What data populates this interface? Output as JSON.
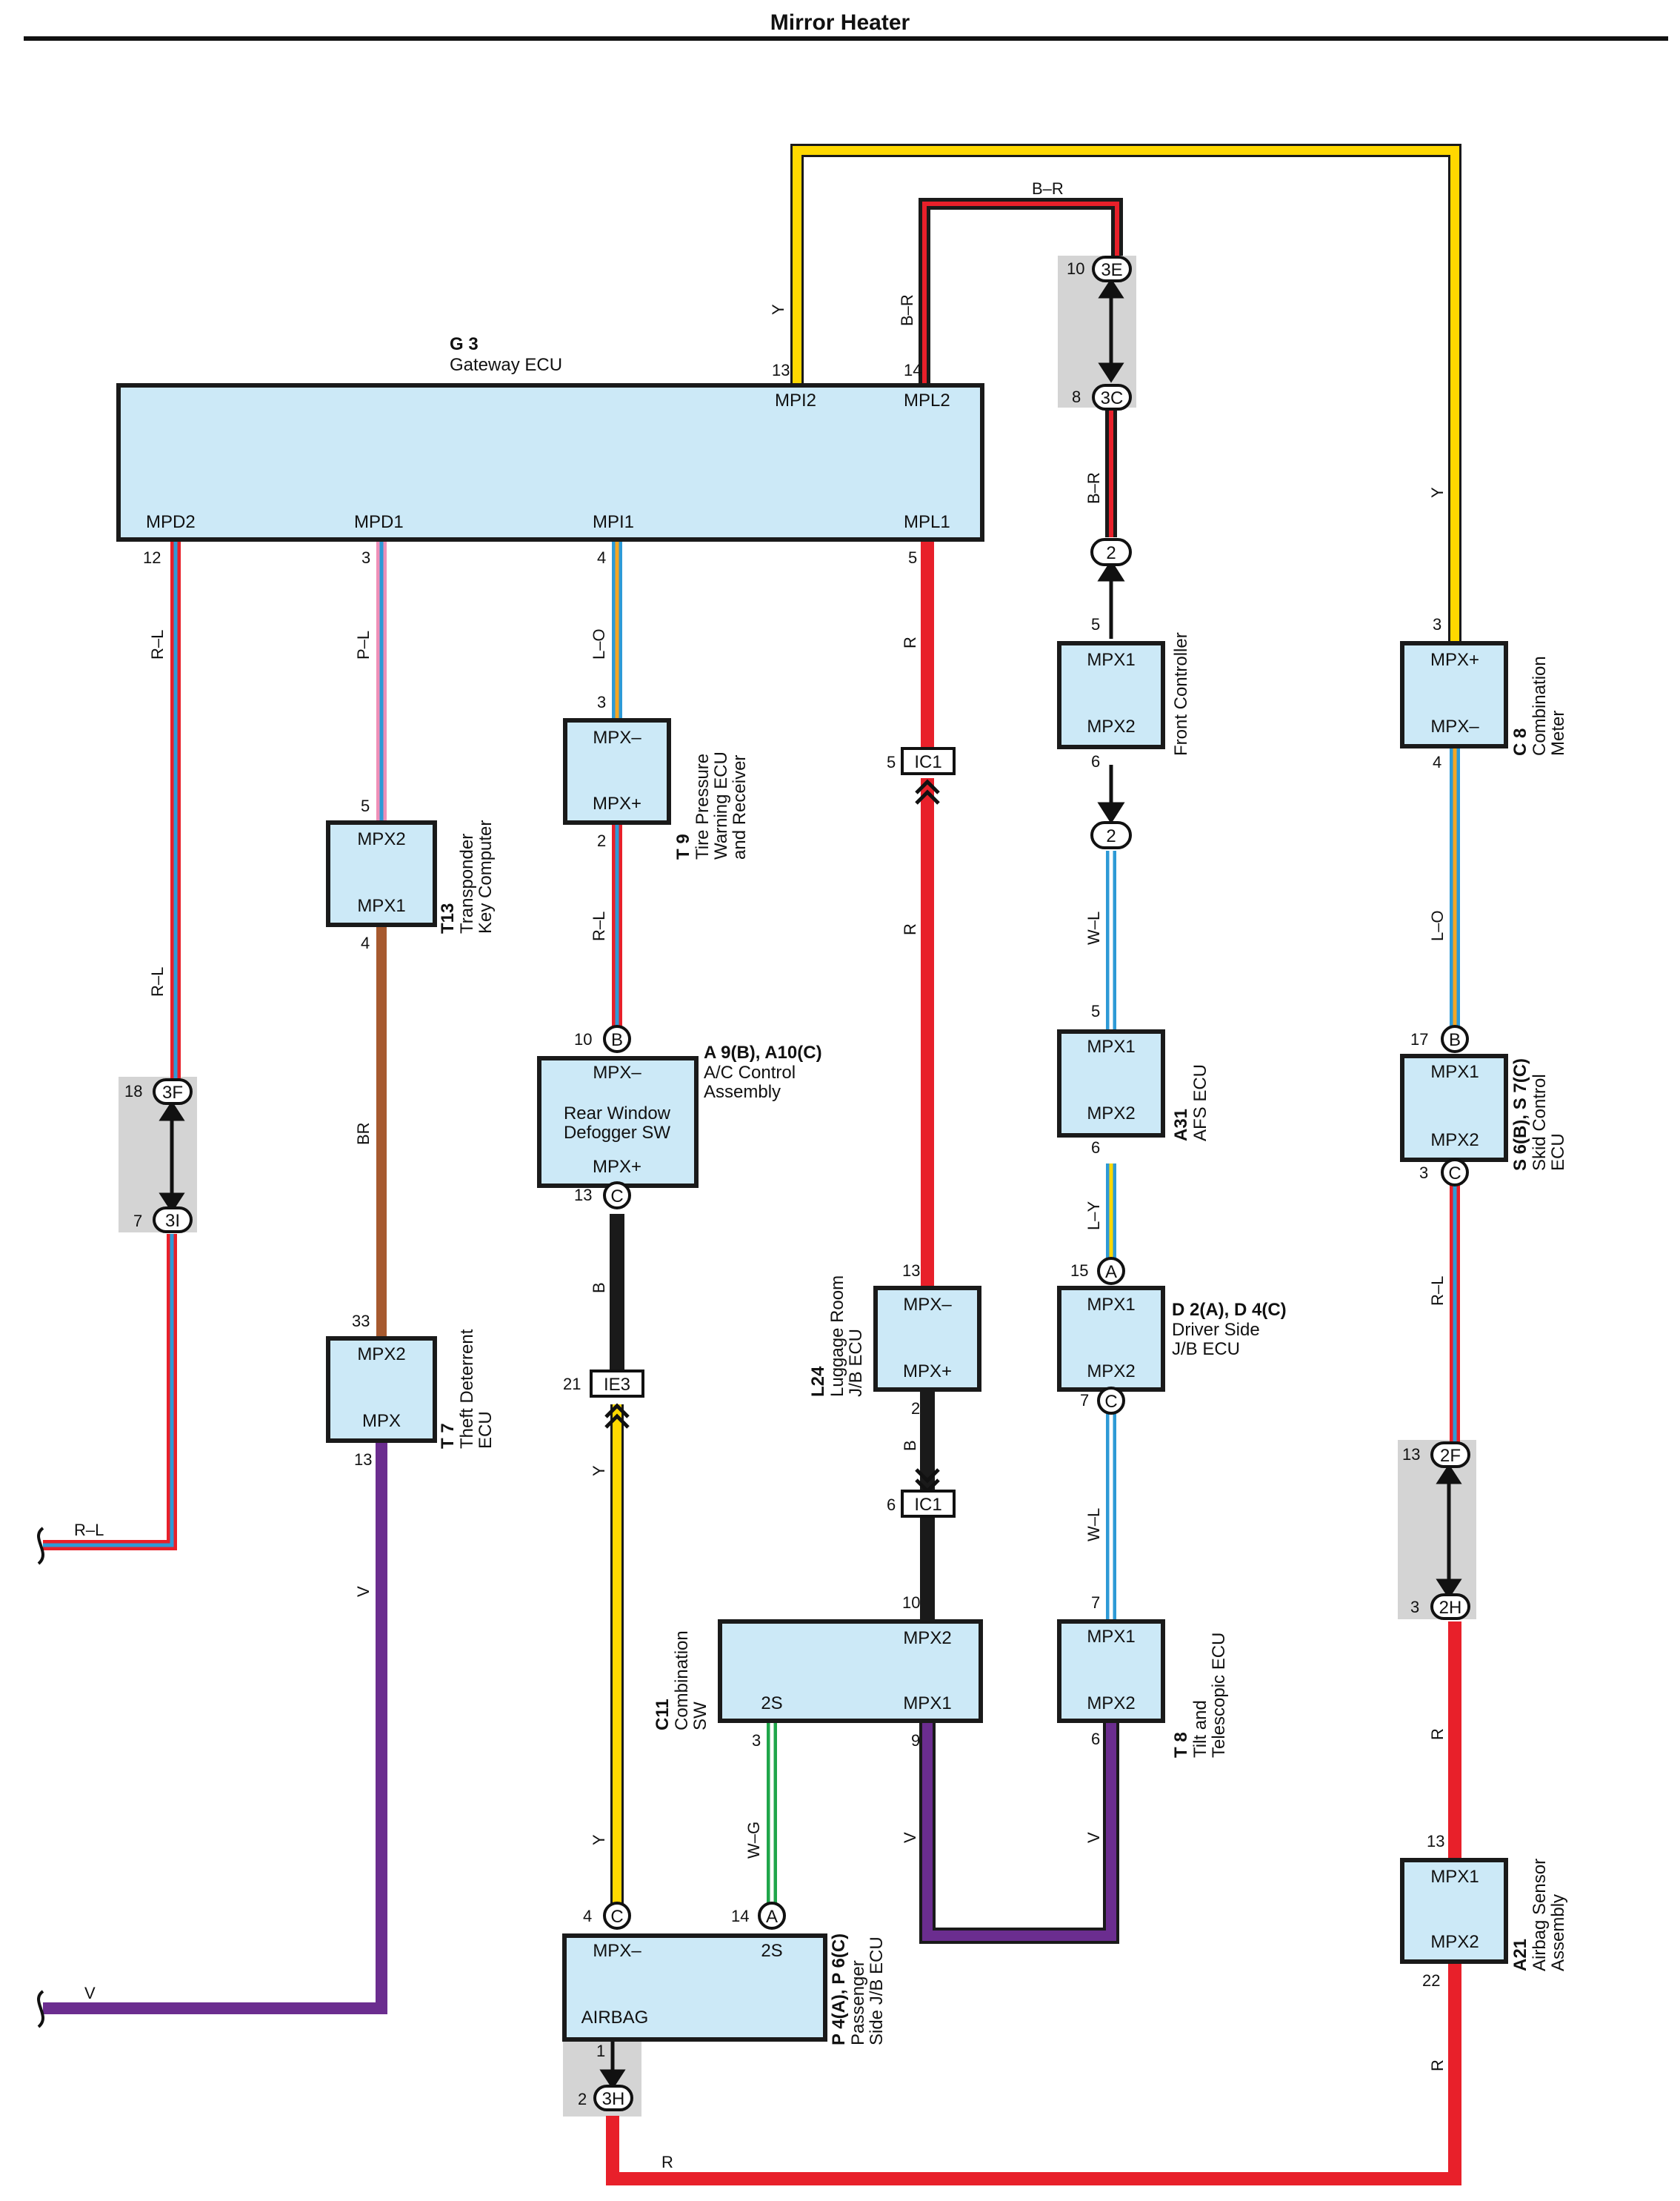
{
  "title": "Mirror Heater",
  "colors": {
    "yellow": "#ffd800",
    "red": "#e8202a",
    "black": "#1a1a1a",
    "blue": "#2e9ad6",
    "brown": "#a75a2f",
    "violet": "#6b2d8f",
    "pink": "#ef8fb8",
    "green": "#1fa64a",
    "orange": "#f5a623",
    "white": "#ffffff",
    "component_fill": "#cce9f7"
  },
  "components": {
    "g3": {
      "code": "G 3",
      "name": "Gateway ECU",
      "ports": [
        "MPI2",
        "MPL2",
        "MPD2",
        "MPD1",
        "MPI1",
        "MPL1"
      ]
    },
    "t13": {
      "code": "T13",
      "name_lines": [
        "Transponder",
        "Key Computer"
      ],
      "ports": [
        "MPX2",
        "MPX1"
      ]
    },
    "t9": {
      "code": "T 9",
      "name_lines": [
        "Tire Pressure",
        "Warning ECU",
        "and Receiver"
      ],
      "ports": [
        "MPX–",
        "MPX+"
      ]
    },
    "a9": {
      "code": "A 9(B), A10(C)",
      "name_lines": [
        "A/C Control",
        "Assembly"
      ],
      "ports": [
        "MPX–",
        "MPX+"
      ],
      "inner_lines": [
        "Rear Window",
        "Defogger SW"
      ]
    },
    "t7": {
      "code": "T 7",
      "name_lines": [
        "Theft Deterrent",
        "ECU"
      ],
      "ports": [
        "MPX2",
        "MPX"
      ]
    },
    "l24": {
      "code": "L24",
      "name_lines": [
        "Luggage Room",
        "J/B ECU"
      ],
      "ports": [
        "MPX–",
        "MPX+"
      ]
    },
    "c11": {
      "code": "C11",
      "name_lines": [
        "Combination",
        "SW"
      ],
      "ports": [
        "MPX2",
        "2S",
        "MPX1"
      ]
    },
    "p4": {
      "code": "P 4(A), P 6(C)",
      "name_lines": [
        "Passenger",
        "Side J/B ECU"
      ],
      "ports": [
        "MPX–",
        "2S",
        "AIRBAG"
      ]
    },
    "front": {
      "code": "",
      "name_lines": [
        "Front Controller"
      ],
      "ports": [
        "MPX1",
        "MPX2"
      ]
    },
    "a31": {
      "code": "A31",
      "name_lines": [
        "AFS ECU"
      ],
      "ports": [
        "MPX1",
        "MPX2"
      ]
    },
    "d2": {
      "code": "D 2(A), D 4(C)",
      "name_lines": [
        "Driver Side",
        "J/B ECU"
      ],
      "ports": [
        "MPX1",
        "MPX2"
      ]
    },
    "t8": {
      "code": "T 8",
      "name_lines": [
        "Tilt and",
        "Telescopic ECU"
      ],
      "ports": [
        "MPX1",
        "MPX2"
      ]
    },
    "c8": {
      "code": "C 8",
      "name_lines": [
        "Combination",
        "Meter"
      ],
      "ports": [
        "MPX+",
        "MPX–"
      ]
    },
    "s6": {
      "code": "S 6(B), S 7(C)",
      "name_lines": [
        "Skid Control",
        "ECU"
      ],
      "ports": [
        "MPX1",
        "MPX2"
      ]
    },
    "a21": {
      "code": "A21",
      "name_lines": [
        "Airbag Sensor",
        "Assembly"
      ],
      "ports": [
        "MPX1",
        "MPX2"
      ]
    }
  },
  "connectors": [
    "3E",
    "3C",
    "2",
    "2",
    "3F",
    "3I",
    "B",
    "C",
    "A",
    "C",
    "C",
    "A",
    "B",
    "C",
    "2F",
    "2H",
    "3H",
    "IC1",
    "IC1",
    "IE3"
  ],
  "pins": [
    "13",
    "14",
    "12",
    "3",
    "4",
    "5",
    "10",
    "8",
    "5",
    "6",
    "5",
    "6",
    "15",
    "7",
    "7",
    "6",
    "3",
    "4",
    "17",
    "3",
    "13",
    "3",
    "13",
    "22",
    "3",
    "2",
    "5",
    "4",
    "10",
    "13",
    "21",
    "33",
    "13",
    "5",
    "13",
    "2",
    "6",
    "10",
    "9",
    "3",
    "4",
    "14",
    "1",
    "2",
    "18",
    "7"
  ],
  "wire_labels": [
    "Y",
    "B–R",
    "B–R",
    "B–R",
    "Y",
    "R–L",
    "P–L",
    "L–O",
    "R",
    "W–L",
    "L–Y",
    "L–O",
    "R–L",
    "R–L",
    "R–L",
    "BR",
    "B",
    "R",
    "Y",
    "W–L",
    "B",
    "R",
    "V",
    "R–L",
    "V",
    "Y",
    "W–G",
    "V",
    "V",
    "R",
    "R"
  ]
}
